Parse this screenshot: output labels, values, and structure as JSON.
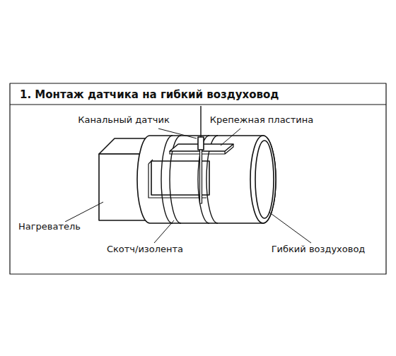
{
  "diagram": {
    "title": "1.   Монтаж датчика на гибкий воздуховод",
    "labels": [
      "Канальный датчик",
      "Крепежная пластина",
      "Нагреватель",
      "Скотч/изолента",
      "Гибкий воздуховод"
    ]
  }
}
